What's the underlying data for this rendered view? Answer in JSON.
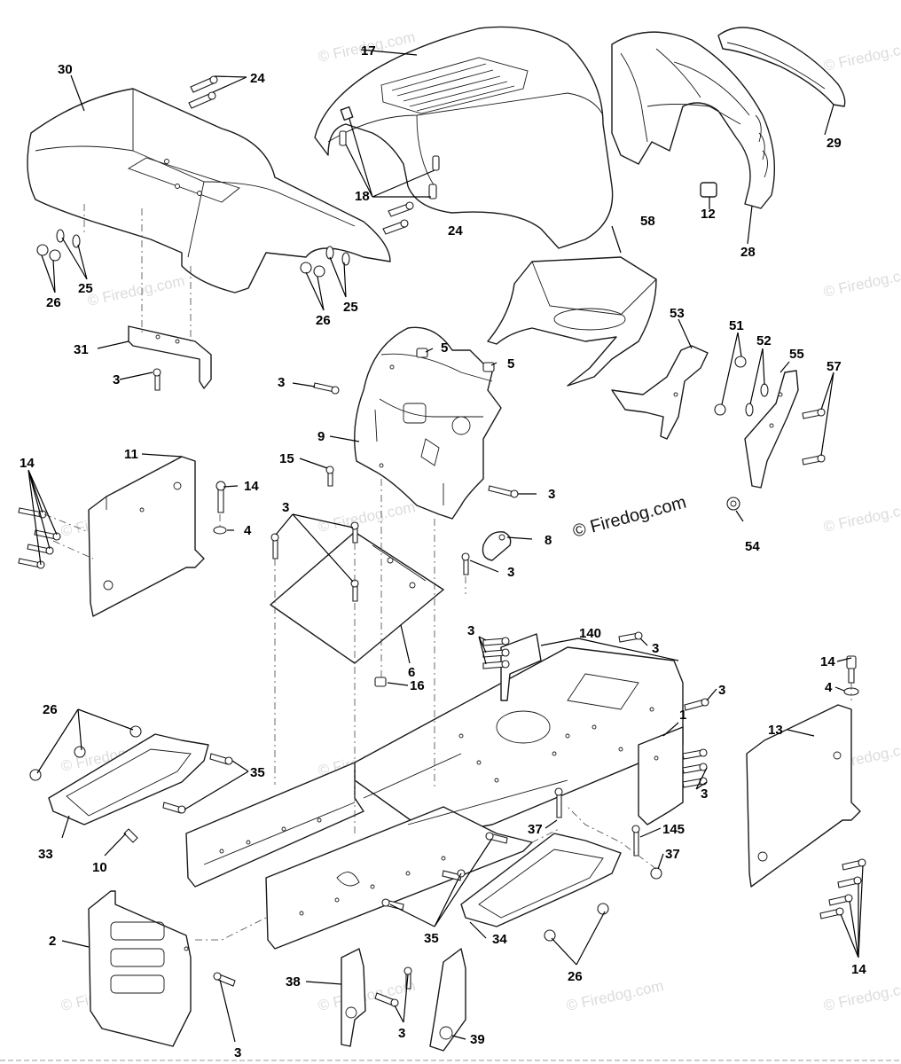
{
  "copyright": "© Firedog.com",
  "watermark": "© Firedog.com",
  "callouts": {
    "c30": "30",
    "c24a": "24",
    "c24b": "24",
    "c17": "17",
    "c29": "29",
    "c18": "18",
    "c12": "12",
    "c28": "28",
    "c25a": "25",
    "c25b": "25",
    "c26a": "26",
    "c26b": "26",
    "c58": "58",
    "c31": "31",
    "c3a": "3",
    "c5a": "5",
    "c5b": "5",
    "c53": "53",
    "c51": "51",
    "c52": "52",
    "c55": "55",
    "c57": "57",
    "c3b": "3",
    "c9": "9",
    "c11": "11",
    "c15": "15",
    "c14a": "14",
    "c14b": "14",
    "c4a": "4",
    "c3c": "3",
    "c54": "54",
    "c3d": "3",
    "c8": "8",
    "c3e": "3",
    "c6": "6",
    "c140": "140",
    "c3f": "3",
    "c3g": "3",
    "c3h": "3",
    "c14c": "14",
    "c4b": "4",
    "c1": "1",
    "c16": "16",
    "c26c": "26",
    "c13": "13",
    "c35a": "35",
    "c3i": "3",
    "c33": "33",
    "c10": "10",
    "c37a": "37",
    "c145": "145",
    "c37b": "37",
    "c2": "2",
    "c35b": "35",
    "c34": "34",
    "c38": "38",
    "c3j": "3",
    "c39": "39",
    "c26d": "26",
    "c3k": "3",
    "c14d": "14"
  }
}
